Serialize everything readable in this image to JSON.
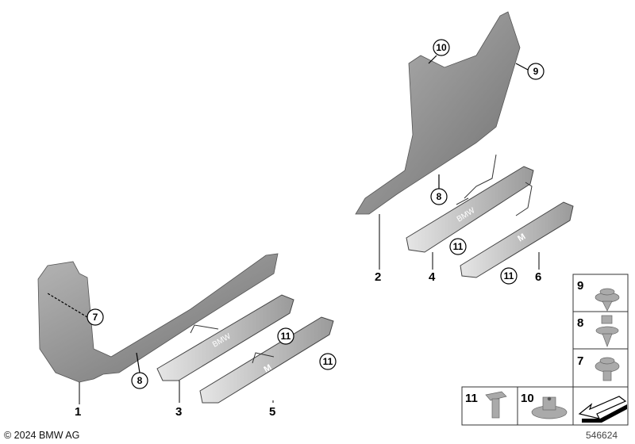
{
  "diagram": {
    "part_labels": [
      "1",
      "2",
      "3",
      "4",
      "5",
      "6"
    ],
    "callouts": {
      "c7": "7",
      "c8a": "8",
      "c8b": "8",
      "c9": "9",
      "c10": "10",
      "c11a": "11",
      "c11b": "11",
      "c11c": "11",
      "c11d": "11"
    },
    "sill_logo_bmw": "BMW",
    "sill_logo_m": "M",
    "legend": {
      "items": [
        "9",
        "8",
        "7",
        "11",
        "10"
      ]
    }
  },
  "footer": {
    "copyright": "© 2024 BMW AG",
    "diagram_number": "546624"
  }
}
